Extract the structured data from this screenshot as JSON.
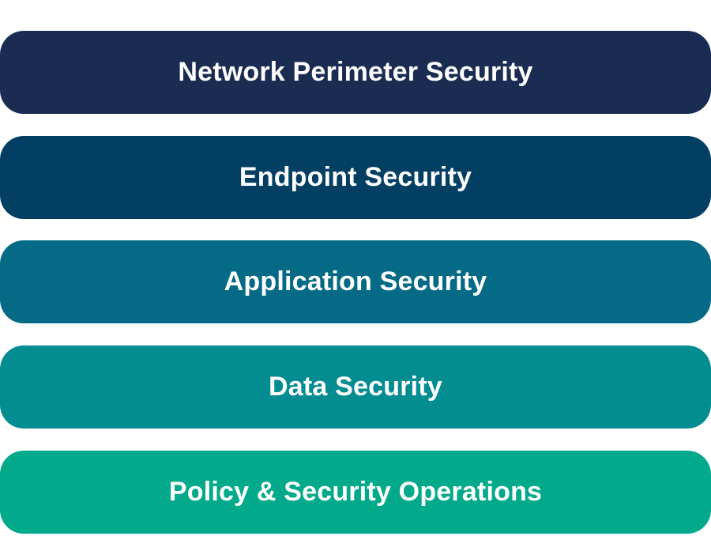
{
  "layers": [
    {
      "label": "Network Perimeter Security",
      "color": "#1b2c53"
    },
    {
      "label": "Endpoint Security",
      "color": "#033f63"
    },
    {
      "label": "Application Security",
      "color": "#046a86"
    },
    {
      "label": "Data Security",
      "color": "#038d90"
    },
    {
      "label": "Policy & Security Operations",
      "color": "#03a98b"
    }
  ]
}
